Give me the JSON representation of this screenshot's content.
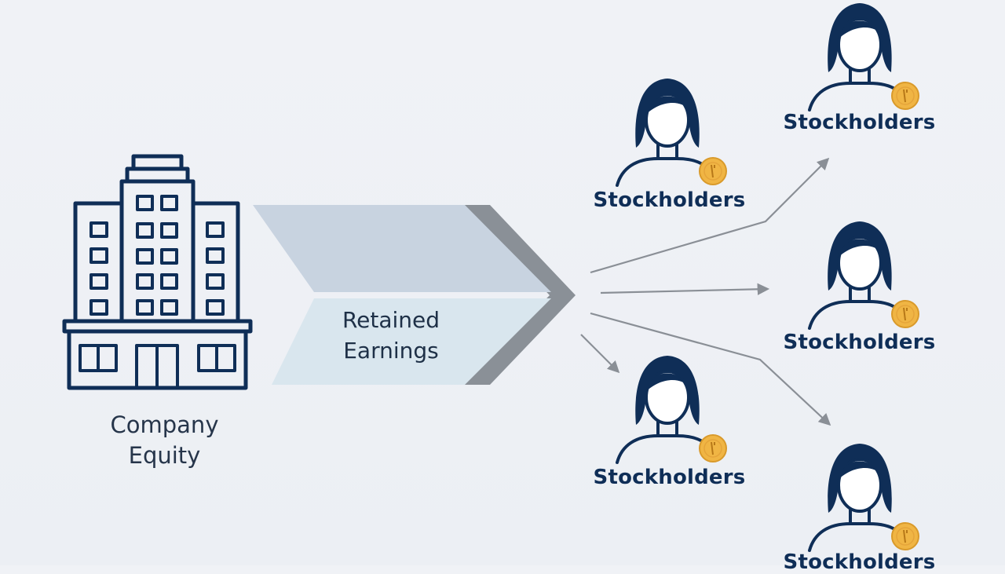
{
  "colors": {
    "navy": "#0f2e57",
    "coin": "#f0b544",
    "chevron_top": "#c8d3e0",
    "chevron_bottom": "#d9e6ee",
    "chevron_edge": "#8a9097",
    "arrow": "#8a8f96"
  },
  "company": {
    "label": "Company\nEquity",
    "icon": "office-building-icon"
  },
  "flow": {
    "label": "Retained\nEarnings",
    "icon": "chevron-arrow-icon"
  },
  "stockholders": [
    {
      "label": "Stockholders",
      "icon": "person-with-coin-icon"
    },
    {
      "label": "Stockholders",
      "icon": "person-with-coin-icon"
    },
    {
      "label": "Stockholders",
      "icon": "person-with-coin-icon"
    },
    {
      "label": "Stockholders",
      "icon": "person-with-coin-icon"
    },
    {
      "label": "Stockholders",
      "icon": "person-with-coin-icon"
    }
  ]
}
